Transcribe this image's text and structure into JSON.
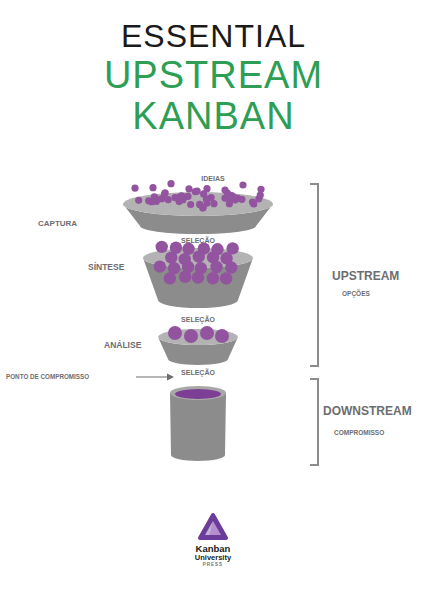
{
  "diagram": {
    "title": "ESSENTIAL UPSTREAM KANBAN",
    "labels": [
      "IDEIAS",
      "CAPTURA",
      "SELEÇÃO",
      "SÍNTESE",
      "SELEÇÃO",
      "ANÁLISE",
      "PONTO DE COMPROMISSO",
      "SELEÇÃO",
      "UPSTREAM",
      "OPÇÕES",
      "DOWNSTREAM",
      "COMPROMISSO",
      "Kanban",
      "University",
      "PRESS"
    ]
  }
}
